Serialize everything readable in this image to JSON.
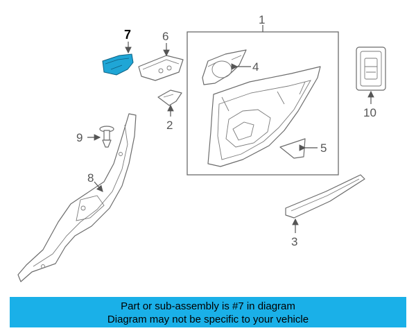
{
  "callouts": {
    "n1": "1",
    "n2": "2",
    "n3": "3",
    "n4": "4",
    "n5": "5",
    "n6": "6",
    "n7": "7",
    "n8": "8",
    "n9": "9",
    "n10": "10"
  },
  "banner": {
    "line1": "Part or sub-assembly is #7 in diagram",
    "line2": "Diagram may not be specific to your vehicle"
  },
  "colors": {
    "highlight": "#1fa6d6",
    "banner": "#1ab0e8",
    "lines": "#6b6b6b"
  }
}
